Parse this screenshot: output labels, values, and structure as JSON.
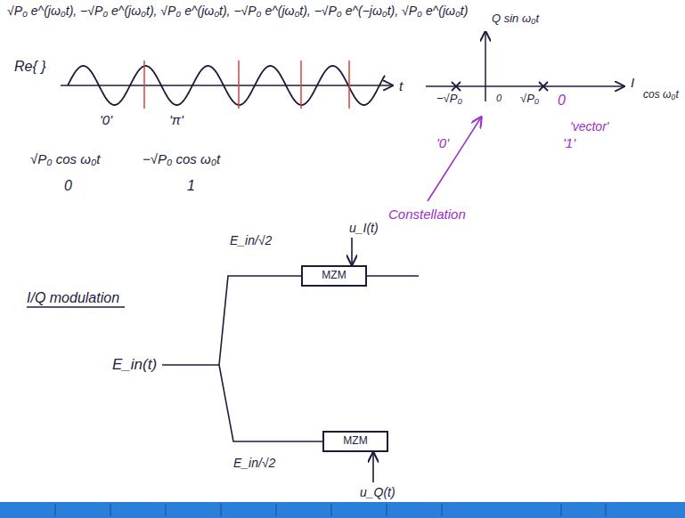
{
  "diagram": {
    "nodes": [
      {
        "text": [
          "MZM"
        ]
      },
      {
        "text": [
          "MZM"
        ]
      }
    ],
    "labels": [
      "√P₀ e^(jω₀t), −√P₀ e^(jω₀t), √P₀ e^(jω₀t), −√P₀ e^(jω₀t), −√P₀ e^(−jω₀t), √P₀ e^(jω₀t)",
      "Re{ }",
      "'0'",
      "'π'",
      "t",
      "√P₀ cos ω₀t",
      "−√P₀ cos ω₀t",
      "0",
      "1",
      "Q sin ω₀t",
      "I",
      "cos ω₀t",
      "−√P₀",
      "0",
      "√P₀",
      "0",
      "'vector'",
      "'0'",
      "'1'",
      "Constellation",
      "I/Q modulation",
      "E_in(t)",
      "E_in/√2",
      "u_I(t)",
      "E_in/√2",
      "u_Q(t)"
    ]
  }
}
